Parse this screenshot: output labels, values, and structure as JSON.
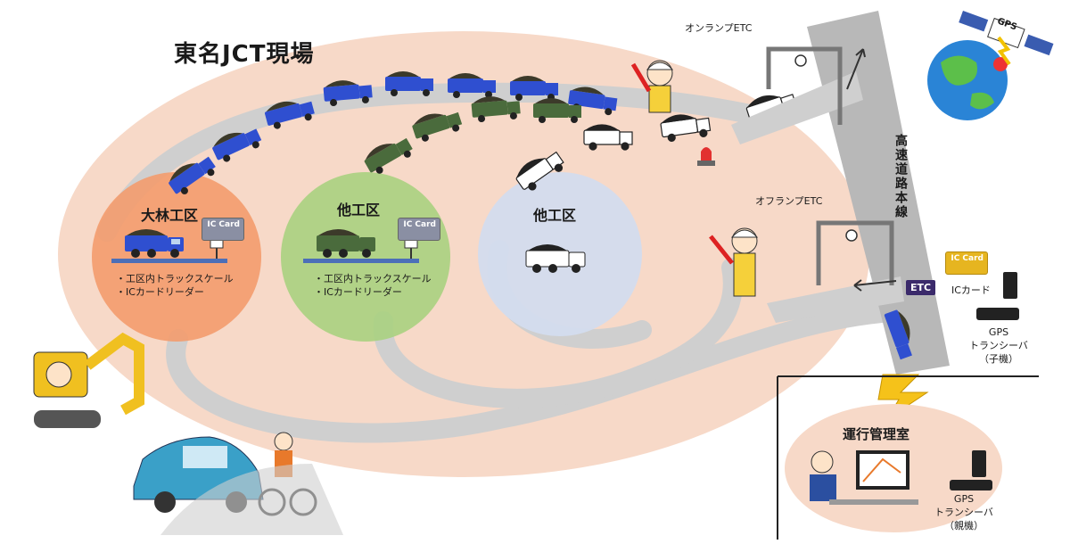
{
  "title": "東名JCT現場",
  "zones": [
    {
      "name": "大林工区",
      "items": [
        "・工区内トラックスケール",
        "・ICカードリーダー"
      ]
    },
    {
      "name": "他工区",
      "items": [
        "・工区内トラックスケール",
        "・ICカードリーダー"
      ]
    },
    {
      "name": "他工区"
    }
  ],
  "ic_card_text": "IC Card",
  "ic_card_text_right": "IC Card",
  "etc_on_label": "オンランプETC",
  "etc_off_label": "オフランプETC",
  "highway_label": "高速道路本線",
  "etc_badge": "ETC",
  "ic_card_label": "ICカード",
  "gps_child_label": [
    "GPS",
    "トランシーバ",
    "（子機）"
  ],
  "control_room_label": "運行管理室",
  "gps_parent_label": [
    "GPS",
    "トランシーバ",
    "（親機）"
  ],
  "gps_satellite_label": "GPS",
  "colors": {
    "site_ellipse": "#f7d9c8",
    "road": "#cccccc",
    "zone_orange": "#f39b6d",
    "zone_green": "#a8d080",
    "zone_blue": "#d3dcee",
    "truck_blue": "#2f4fd0",
    "truck_green": "#4a6b3c",
    "truck_white": "#ffffff",
    "highway": "#b8b8b8"
  },
  "icons": [
    "dump-truck",
    "flagman",
    "ic-card-reader",
    "etc-gate",
    "gps-satellite",
    "globe",
    "excavator",
    "car",
    "cyclist",
    "gps-transceiver",
    "lightning",
    "operator-computer",
    "warning-light"
  ]
}
